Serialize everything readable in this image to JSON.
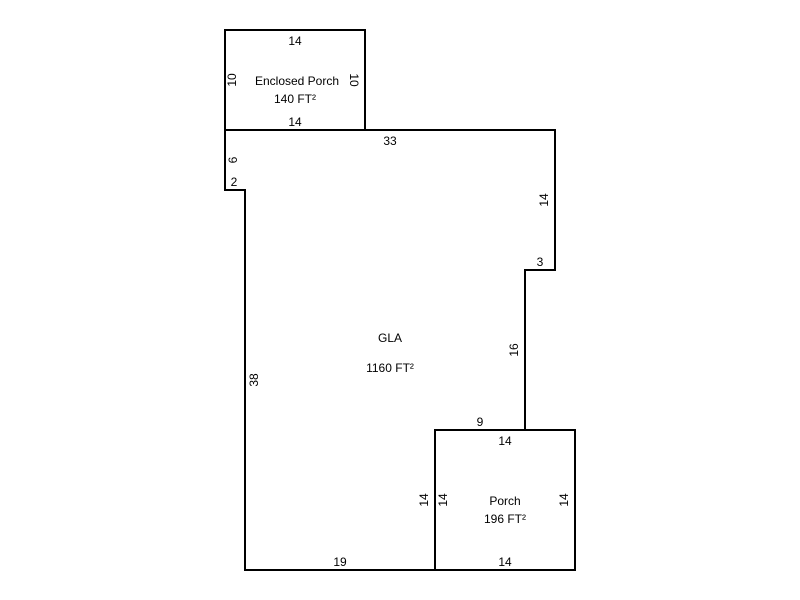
{
  "areas": {
    "enclosed_porch": {
      "name": "Enclosed Porch",
      "area": "140 FT²",
      "dims": {
        "top": "14",
        "bottom": "14",
        "left": "10",
        "right": "10"
      }
    },
    "gla": {
      "name": "GLA",
      "area": "1160 FT²",
      "dims": {
        "top": "33",
        "left_upper": "6",
        "step_left": "2",
        "left": "38",
        "right_upper": "14",
        "step_right": "3",
        "right_lower": "16",
        "inner_bottom": "9",
        "bottom": "19",
        "porch_side": "14"
      }
    },
    "porch": {
      "name": "Porch",
      "area": "196 FT²",
      "dims": {
        "top": "14",
        "bottom": "14",
        "left": "14",
        "right": "14"
      }
    }
  }
}
